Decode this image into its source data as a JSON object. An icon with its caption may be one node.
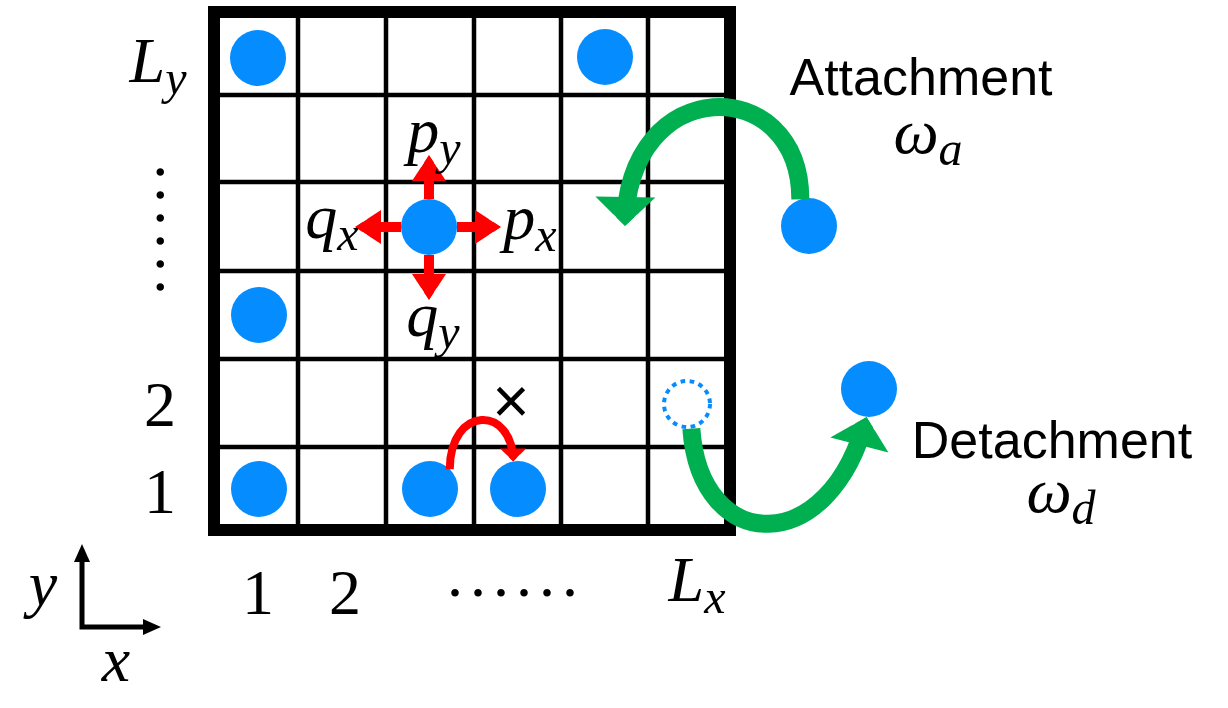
{
  "diagram": {
    "nodes": [
      {
        "text": [],
        "shape": "grid"
      },
      {
        "text": [],
        "shape": "circle",
        "in": 0
      },
      {
        "text": [],
        "shape": "circle",
        "in": 0
      },
      {
        "text": [],
        "shape": "circle",
        "in": 0
      },
      {
        "text": [],
        "shape": "circle",
        "in": 0
      },
      {
        "text": [],
        "shape": "circle",
        "in": 0
      },
      {
        "text": [],
        "shape": "circle",
        "in": 0
      },
      {
        "text": [],
        "shape": "circle",
        "in": 0
      },
      {
        "text": [],
        "shape": "circle",
        "in": 0
      },
      {
        "text": [],
        "shape": "circle"
      },
      {
        "text": [],
        "shape": "circle"
      }
    ],
    "edges": [
      {
        "from": 3,
        "to": null,
        "arrow": "to",
        "label": "p$_{y}$"
      },
      {
        "from": 3,
        "to": null,
        "arrow": "to",
        "label": "q$_{x}$"
      },
      {
        "from": 3,
        "to": null,
        "arrow": "to",
        "label": "p$_{x}$"
      },
      {
        "from": 3,
        "to": null,
        "arrow": "to",
        "label": "q$_{y}$"
      },
      {
        "from": 7,
        "to": 8,
        "arrow": "to",
        "label": "×"
      },
      {
        "from": 9,
        "to": null,
        "arrow": "to",
        "style": "thick",
        "color": "#00b050"
      },
      {
        "from": 5,
        "to": 10,
        "arrow": "to",
        "style": "thick",
        "color": "#00b050"
      }
    ],
    "labels": [
      "L$_{y}$",
      "Attachment",
      "ω$_{a}$",
      "......",
      "2",
      "Detachment",
      "1",
      "ω$_{d}$",
      "y",
      "1",
      "2",
      "......",
      "L$_{x}$",
      "x"
    ]
  }
}
